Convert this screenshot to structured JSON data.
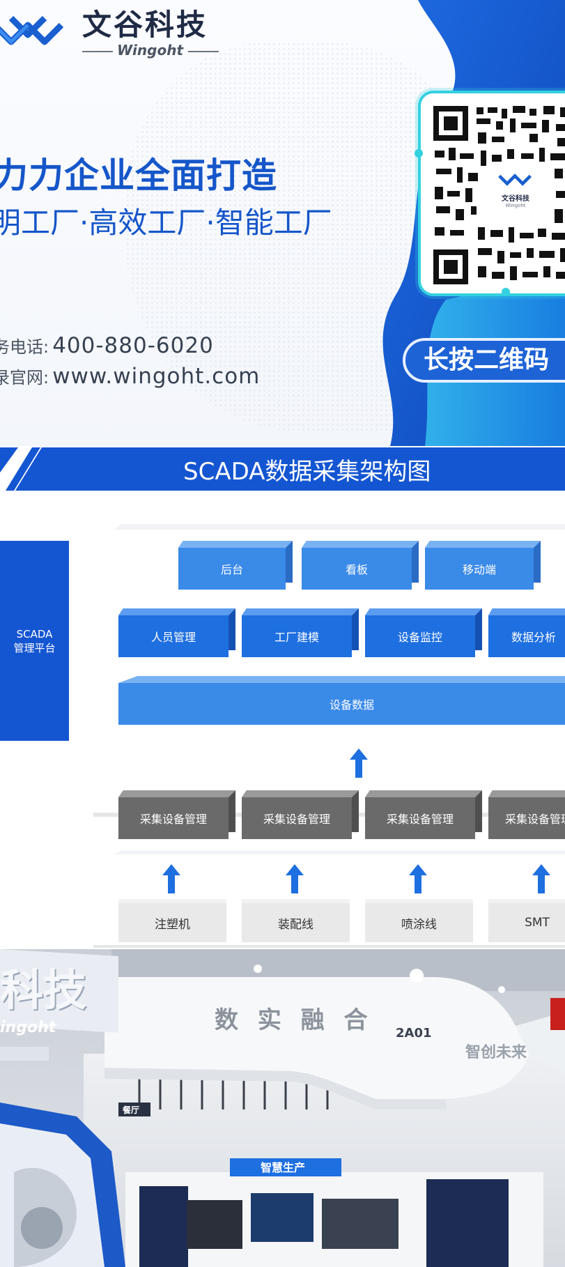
{
  "banner": {
    "brand_cn": "文谷科技",
    "brand_en": "Wingoht",
    "slogan_line1": "力力企业全面打造",
    "slogan_line2": "明工厂·高效工厂·智能工厂",
    "phone_label": "务电话:",
    "phone_value": "400-880-6020",
    "site_label": "录官网:",
    "site_value": "www.wingoht.com",
    "qr_logo_text": "文谷科技",
    "qr_logo_en": "Wingoht",
    "scan_hint": "长按二维码"
  },
  "diagram": {
    "title": "SCADA数据采集架构图",
    "platform_line1": "SCADA",
    "platform_line2": "管理平台",
    "row1": [
      "后台",
      "看板",
      "移动端"
    ],
    "row2": [
      "人员管理",
      "工厂建模",
      "设备监控",
      "数据分析"
    ],
    "row3": "设备数据",
    "row4": [
      "采集设备管理",
      "采集设备管理",
      "采集设备管理",
      "采集设备管理"
    ],
    "row5": [
      "注塑机",
      "装配线",
      "喷涂线",
      "SMT"
    ]
  },
  "photo": {
    "brand_partial": "科技",
    "brand_en_partial": "ingoht",
    "banner_text": "数 实 融 合",
    "booth_no": "2A01",
    "side_text": "智创未来",
    "sign_text": "智慧生产",
    "hall_sign": "餐厅"
  },
  "colors": {
    "brand_blue": "#1556c9",
    "accent_cyan": "#34d1e0",
    "title_bar_blue": "#1456d2"
  }
}
